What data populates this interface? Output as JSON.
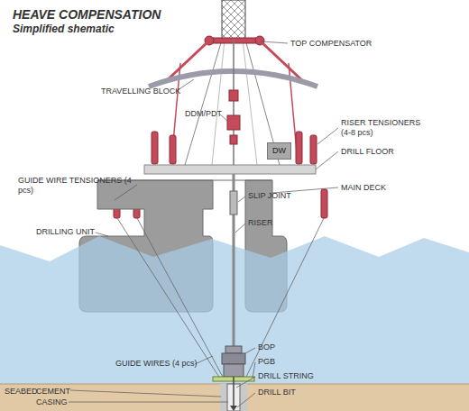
{
  "diagram": {
    "title": "HEAVE COMPENSATION",
    "nodes": [
      {
        "text": [
          "DW"
        ]
      }
    ],
    "edges": [],
    "labels": [
      "Simplified shematic",
      "TOP COMPENSATOR",
      "TRAVELLING BLOCK",
      "DDM/PDT",
      "RISER TENSIONERS (4-8 pcs)",
      "DRILL FLOOR",
      "GUIDE WIRE TENSIONERS (4 pcs)",
      "MAIN DECK",
      "SLIP JOINT",
      "DRILLING UNIT",
      "RISER",
      "GUIDE WIRES (4 pcs)",
      "BOP",
      "PGB",
      "DRILL STRING",
      "SEABED",
      "CEMENT",
      "DRILL BIT",
      "CASING"
    ]
  }
}
